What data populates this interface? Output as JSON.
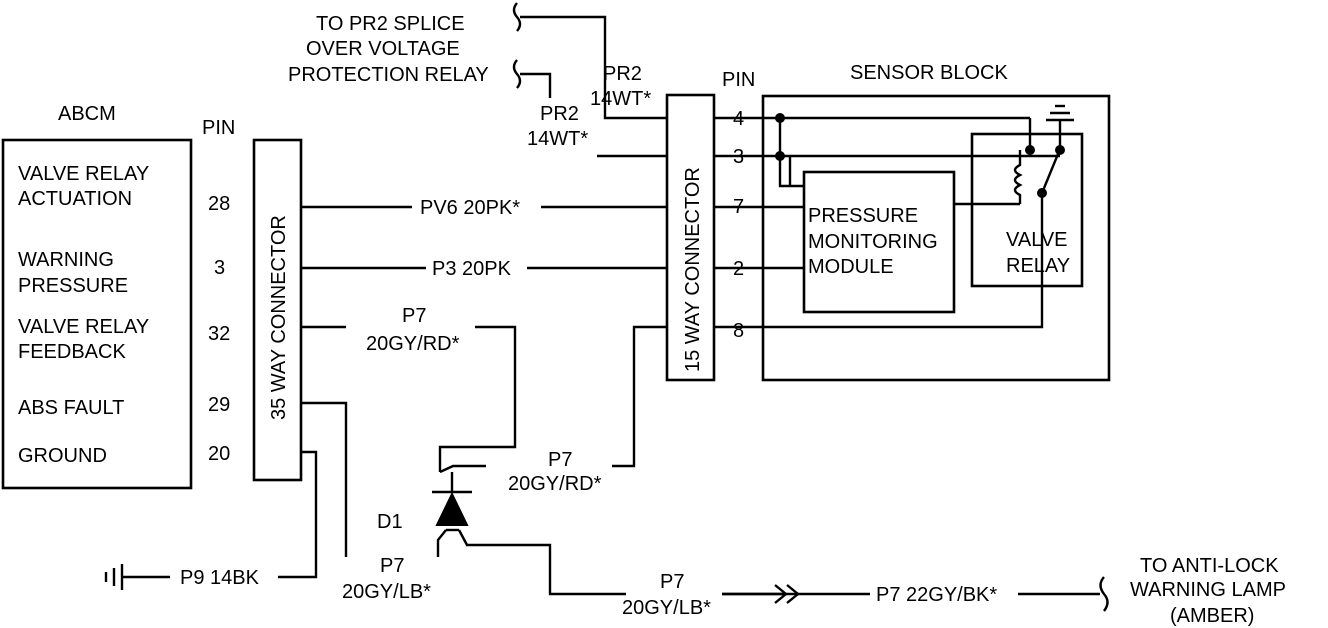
{
  "abcm": {
    "title": "ABCM",
    "pin_header": "PIN",
    "rows": [
      {
        "line1": "VALVE RELAY",
        "line2": "ACTUATION",
        "pin": "28"
      },
      {
        "line1": "WARNING",
        "line2": "PRESSURE",
        "pin": "3"
      },
      {
        "line1": "VALVE RELAY",
        "line2": "FEEDBACK",
        "pin": "32"
      },
      {
        "line1": "ABS FAULT",
        "line2": "",
        "pin": "29"
      },
      {
        "line1": "GROUND",
        "line2": "",
        "pin": "20"
      }
    ]
  },
  "connectors": {
    "c35": "35 WAY CONNECTOR",
    "c15": "15 WAY CONNECTOR"
  },
  "wires": {
    "pv6": "PV6 20PK*",
    "p3": "P3 20PK",
    "p7_gy_rd_1": {
      "l1": "P7",
      "l2": "20GY/RD*"
    },
    "p7_gy_rd_2": {
      "l1": "P7",
      "l2": "20GY/RD*"
    },
    "p7_gy_lb_1": {
      "l1": "P7",
      "l2": "20GY/LB*"
    },
    "p7_gy_lb_2": {
      "l1": "P7",
      "l2": "20GY/LB*"
    },
    "p7_gy_bk": "P7 22GY/BK*",
    "p9": "P9 14BK",
    "pr2_a": {
      "l1": "PR2",
      "l2": "14WT*"
    },
    "pr2_b": {
      "l1": "PR2",
      "l2": "14WT*"
    }
  },
  "diode": "D1",
  "pr2_note": [
    "TO PR2 SPLICE",
    "OVER VOLTAGE",
    "PROTECTION RELAY"
  ],
  "sensor_block": {
    "title": "SENSOR BLOCK",
    "pin_header": "PIN",
    "pins": [
      "4",
      "3",
      "7",
      "2",
      "8"
    ],
    "module": [
      "PRESSURE",
      "MONITORING",
      "MODULE"
    ],
    "relay": [
      "VALVE",
      "RELAY"
    ]
  },
  "lamp_note": [
    "TO ANTI-LOCK",
    "WARNING LAMP",
    "(AMBER)"
  ]
}
